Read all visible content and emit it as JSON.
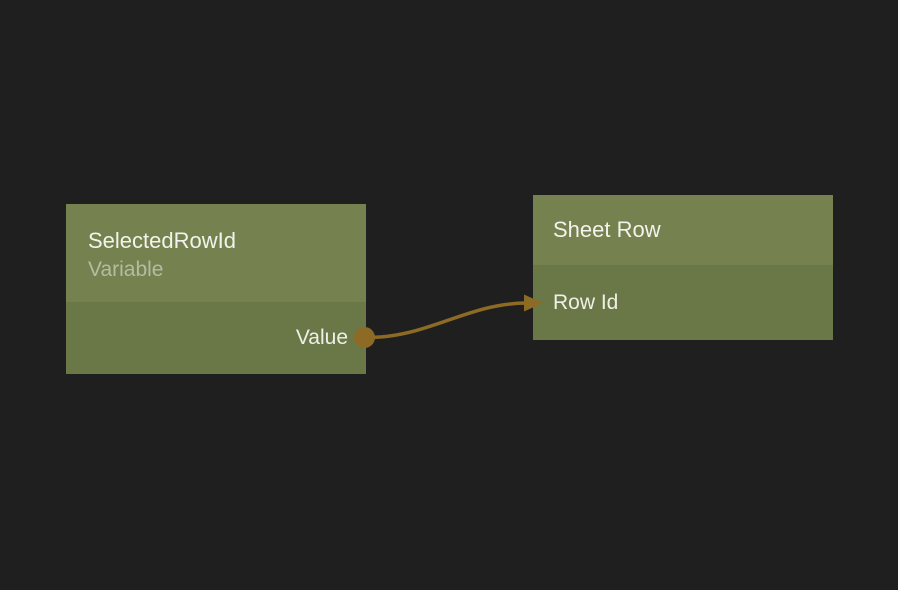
{
  "canvas": {
    "type": "node-graph-editor",
    "background_color": "#1f1f20"
  },
  "nodes": [
    {
      "title": "SelectedRowId",
      "subtitle": "Variable",
      "header_color": "#75814e",
      "body_color": "#6a7747",
      "ports": [
        {
          "label": "Value",
          "direction": "output"
        }
      ]
    },
    {
      "title": "Sheet Row",
      "header_color": "#75814e",
      "body_color": "#6a7747",
      "ports": [
        {
          "label": "Row Id",
          "direction": "input"
        }
      ]
    }
  ],
  "connection": {
    "from_node": "SelectedRowId",
    "from_port": "Value",
    "to_node": "Sheet Row",
    "to_port": "Row Id",
    "color": "#8e6b24"
  },
  "text_colors": {
    "title": "#f2f3ec",
    "subtitle": "#b5bca4",
    "port_label": "#eef0e7"
  }
}
